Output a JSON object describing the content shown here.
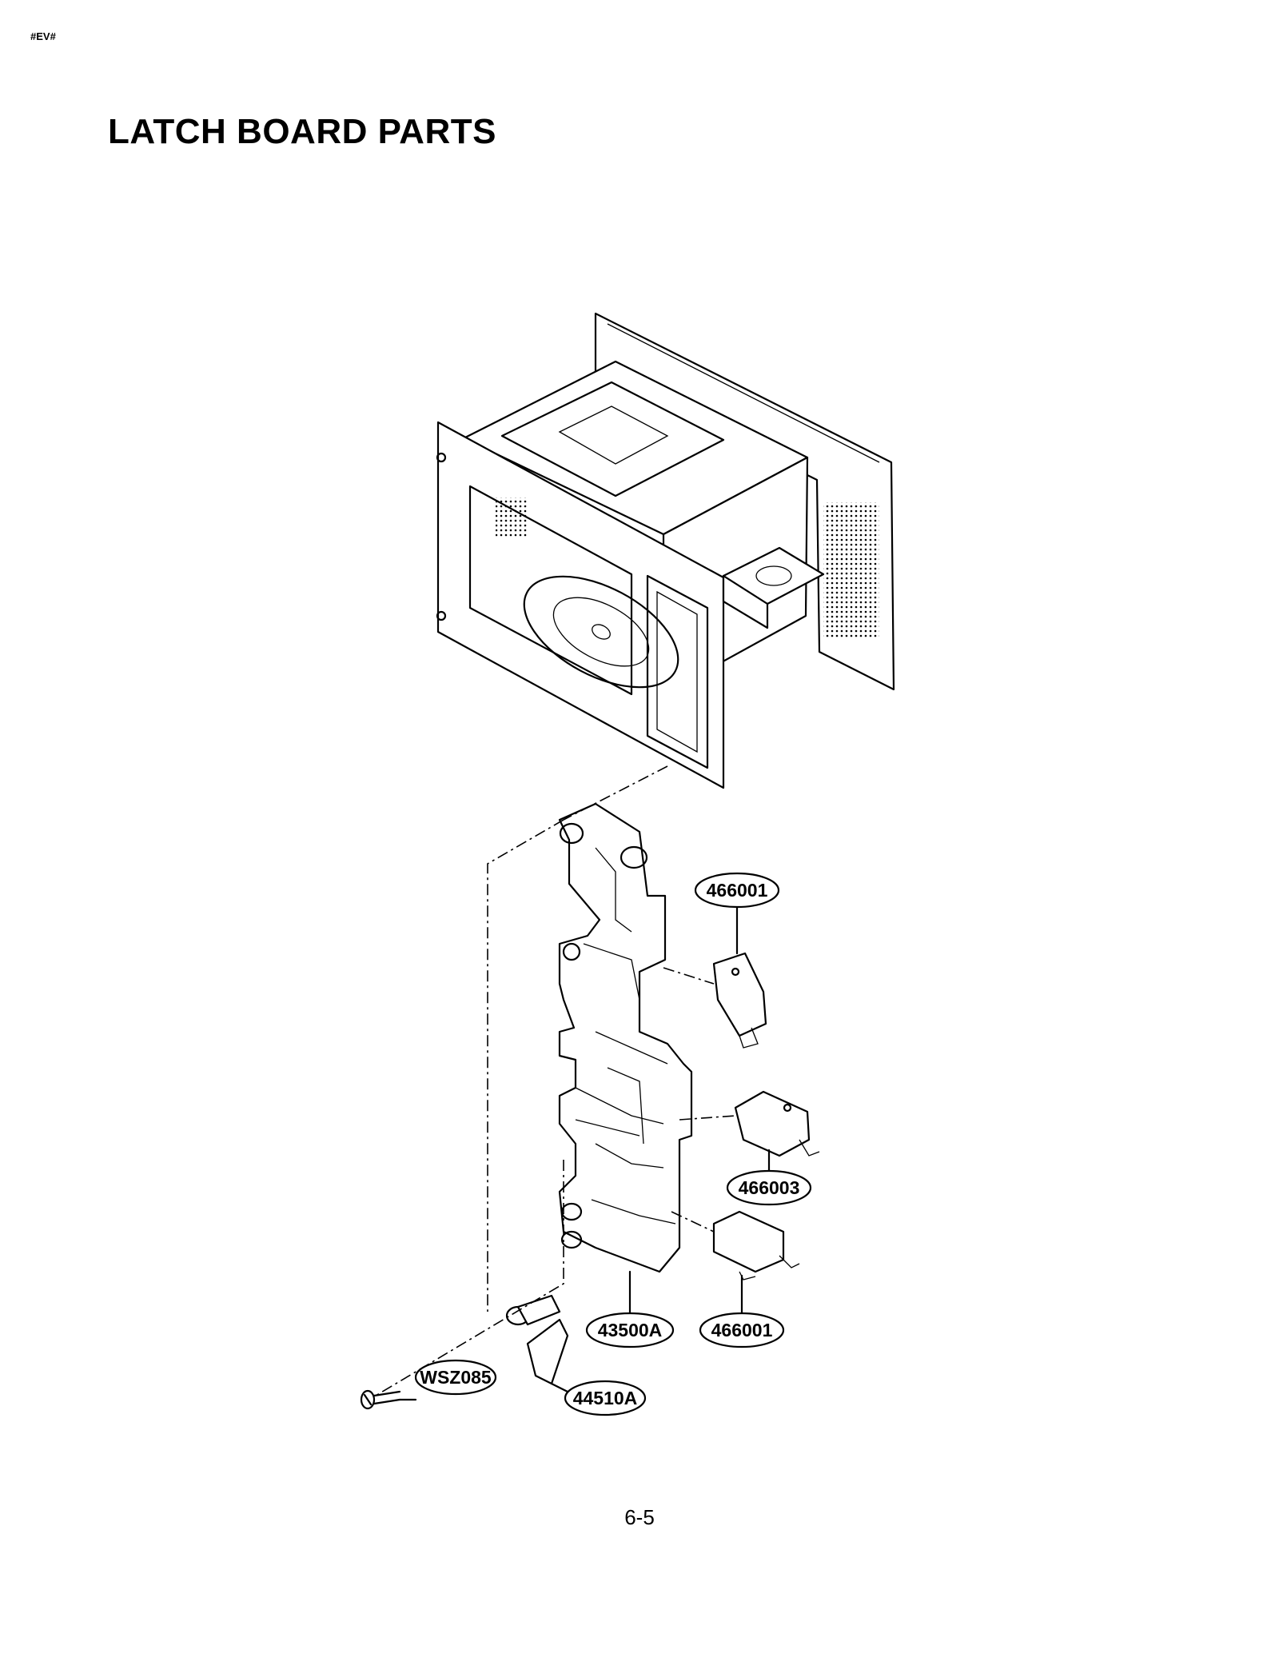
{
  "header": {
    "doc_code": "#EV#"
  },
  "title": "LATCH BOARD PARTS",
  "page_number": "6-5",
  "callouts": [
    {
      "id": "466001",
      "text": "466001"
    },
    {
      "id": "466003",
      "text": "466003"
    },
    {
      "id": "466001b",
      "text": "466001"
    },
    {
      "id": "43500A",
      "text": "43500A"
    },
    {
      "id": "WSZ085",
      "text": "WSZ085"
    },
    {
      "id": "44510A",
      "text": "44510A"
    }
  ]
}
